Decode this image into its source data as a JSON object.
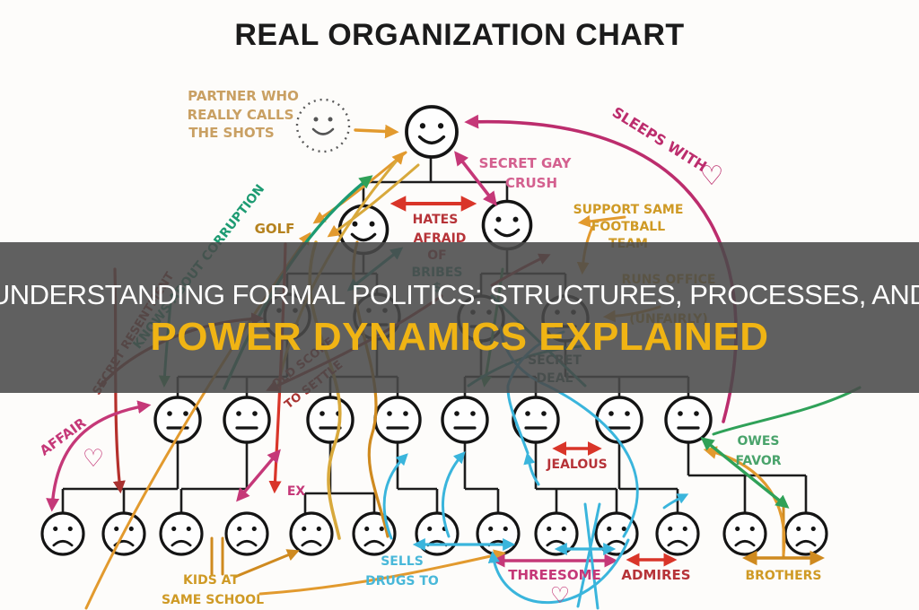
{
  "header": {
    "title": "REAL ORGANIZATION CHART"
  },
  "overlay": {
    "line1": "UNDERSTANDING FORMAL POLITICS: STRUCTURES, PROCESSES, AND",
    "line2": "POWER DYNAMICS EXPLAINED",
    "text_color_line1": "#ffffff",
    "text_color_line2": "#f0b414",
    "background_color": "#4a4a4a"
  },
  "icons": {
    "heart": "♡"
  },
  "relationships": {
    "partner": [
      "PARTNER WHO",
      "REALLY CALLS",
      "THE SHOTS"
    ],
    "sleeps_with": "SLEEPS WITH",
    "secret_gay_crush": [
      "SECRET GAY",
      "CRUSH"
    ],
    "hates": "HATES",
    "afraid_of": [
      "AFRAID",
      "OF"
    ],
    "bribes": [
      "BRIBES",
      "$"
    ],
    "golf": "GOLF",
    "knows_about_corruption": "KNOWS ABOUT CORRUPTION",
    "football": [
      "SUPPORT SAME",
      "FOOTBALL",
      "TEAM"
    ],
    "runs_office": [
      "RUNS OFFICE",
      "(UNFAIRLY)"
    ],
    "secret_resentment": "SECRET RESENTMENT",
    "old_score": [
      "OLD SCORE",
      "TO SETTLE"
    ],
    "secret_deal": [
      "SECRET",
      "DEAL"
    ],
    "affair": "AFFAIR",
    "ex": "EX",
    "jealous": "JEALOUS",
    "owes_favor": [
      "OWES",
      "FAVOR"
    ],
    "kids_same_school": [
      "KIDS AT",
      "SAME SCHOOL"
    ],
    "sells_drugs_to": [
      "SELLS",
      "DRUGS TO"
    ],
    "threesome": "THREESOME",
    "admires": "ADMIRES",
    "brothers": "BROTHERS"
  },
  "colors": {
    "orange_arrow": "#e29a2e",
    "gold_label": "#cf9a25",
    "tan_label": "#c9a063",
    "red_arrow": "#d93529",
    "dark_red_label": "#b03338",
    "magenta": "#c53878",
    "pink_label": "#d4608f",
    "green": "#2fa158",
    "teal": "#1f9e8e",
    "cyan": "#3ab5dc",
    "figure_ink": "#1c1c1c"
  }
}
